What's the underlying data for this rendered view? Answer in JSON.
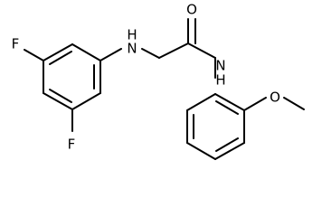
{
  "molecule": {
    "atoms": [
      {
        "id": "F1",
        "text": "F"
      },
      {
        "id": "F2",
        "text": "F"
      },
      {
        "id": "N1",
        "text": "H\nN"
      },
      {
        "id": "O1",
        "text": "O"
      },
      {
        "id": "N2",
        "text": "N\nH"
      },
      {
        "id": "O2",
        "text": "O"
      }
    ]
  },
  "colors": {
    "line": "#000000",
    "background": "#ffffff"
  }
}
